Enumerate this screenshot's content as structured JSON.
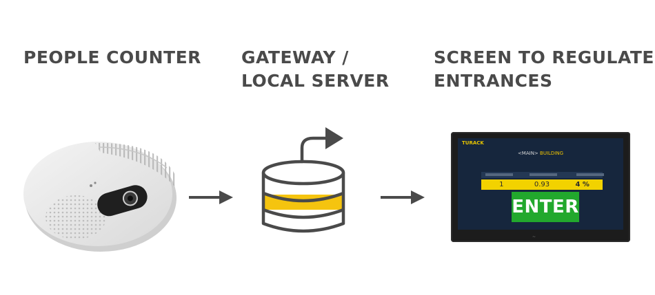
{
  "labels": {
    "people_counter": "PEOPLE COUNTER",
    "gateway_line1": "GATEWAY /",
    "gateway_line2": "LOCAL SERVER",
    "screen_line1": "SCREEN TO REGULATE",
    "screen_line2": "ENTRANCES"
  },
  "screen": {
    "logo": "TURACK",
    "building_prefix": "<MAIN>",
    "building_name": "BUILDING",
    "values": [
      "1",
      "0.93",
      "4 %"
    ],
    "status": "ENTER"
  },
  "colors": {
    "label_text": "#4a4a4a",
    "arrow": "#4a4a4a",
    "accent_yellow": "#f5c40f",
    "enter_green": "#22a82d"
  },
  "icons": {
    "sensor": "ceiling-people-counter-sensor",
    "gateway": "database-server-icon",
    "flow": "arrow-right-icon"
  }
}
